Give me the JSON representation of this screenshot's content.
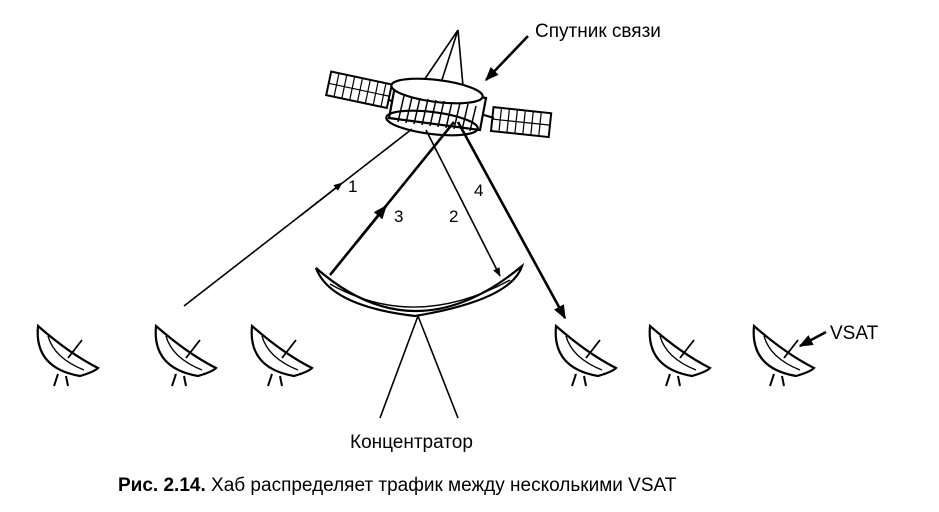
{
  "labels": {
    "satellite": "Спутник связи",
    "vsat": "VSAT",
    "hub": "Концентратор"
  },
  "links": [
    {
      "number": "1"
    },
    {
      "number": "2"
    },
    {
      "number": "3"
    },
    {
      "number": "4"
    }
  ],
  "caption": {
    "prefix": "Рис. 2.14.",
    "text": " Хаб распределяет трафик между несколькими VSAT"
  }
}
